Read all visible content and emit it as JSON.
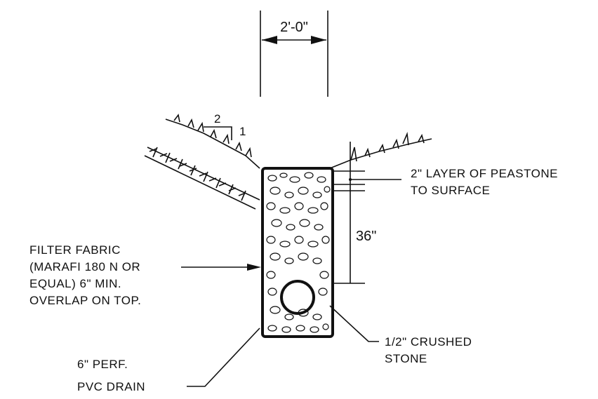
{
  "dimensions": {
    "trench_width": "2'-0\"",
    "depth": "36\"",
    "slope_run": "2",
    "slope_rise": "1"
  },
  "labels": {
    "peastone_line1": "2\" LAYER OF PEASTONE",
    "peastone_line2": "TO SURFACE",
    "fabric_line1": "FILTER FABRIC",
    "fabric_line2": "(MARAFI 180 N OR",
    "fabric_line3": "EQUAL) 6\" MIN.",
    "fabric_line4": "OVERLAP ON TOP.",
    "stone_line1": "1/2\" CRUSHED",
    "stone_line2": "STONE",
    "drain_line1": "6\" PERF.",
    "drain_line2": "PVC DRAIN"
  }
}
